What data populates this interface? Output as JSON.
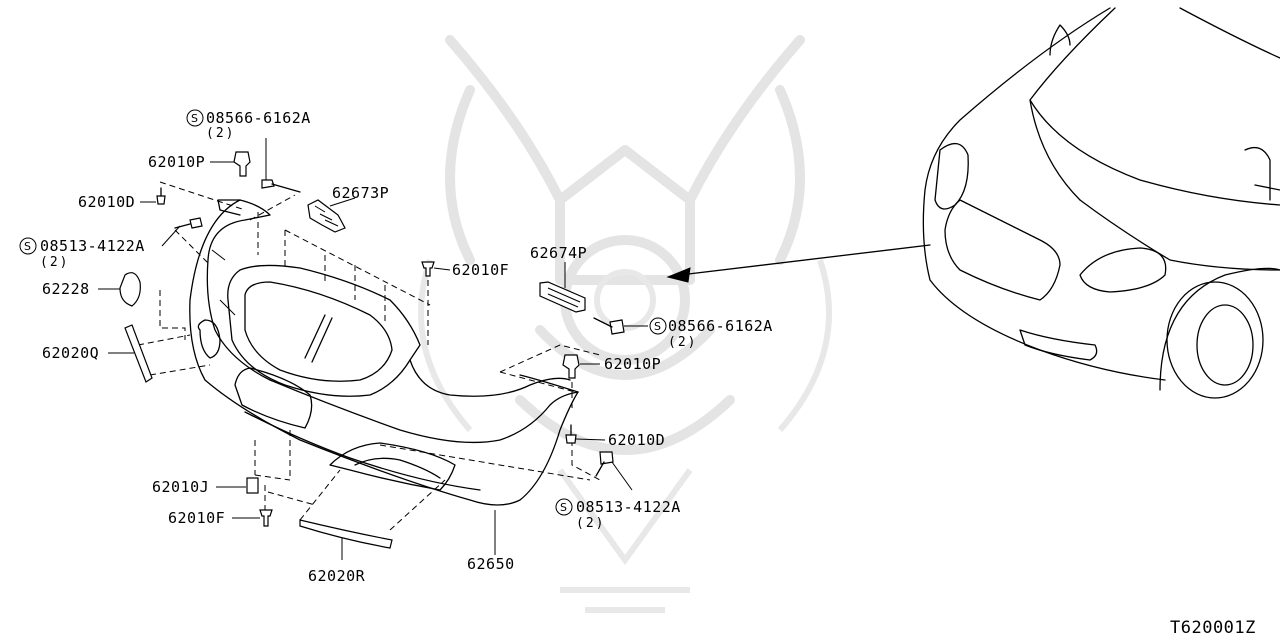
{
  "diagram": {
    "labels": [
      {
        "key": "p_08566_top",
        "text": "08566-6162A",
        "std": true,
        "qty": "(2)"
      },
      {
        "key": "p_62010P_top",
        "text": "62010P"
      },
      {
        "key": "p_62673P",
        "text": "62673P"
      },
      {
        "key": "p_62010D_left",
        "text": "62010D"
      },
      {
        "key": "p_08513_left",
        "text": "08513-4122A",
        "std": true,
        "qty": "(2)"
      },
      {
        "key": "p_62228",
        "text": "62228"
      },
      {
        "key": "p_62020Q",
        "text": "62020Q"
      },
      {
        "key": "p_62010F_mid",
        "text": "62010F"
      },
      {
        "key": "p_62674P",
        "text": "62674P"
      },
      {
        "key": "p_08566_right",
        "text": "08566-6162A",
        "std": true,
        "qty": "(2)"
      },
      {
        "key": "p_62010P_right",
        "text": "62010P"
      },
      {
        "key": "p_62010D_right",
        "text": "62010D"
      },
      {
        "key": "p_08513_right",
        "text": "08513-4122A",
        "std": true,
        "qty": "(2)"
      },
      {
        "key": "p_62010J",
        "text": "62010J"
      },
      {
        "key": "p_62010F_bottom",
        "text": "62010F"
      },
      {
        "key": "p_62020R",
        "text": "62020R"
      },
      {
        "key": "p_62650",
        "text": "62650"
      }
    ],
    "std_symbol": "S",
    "figure_code": "T620001Z"
  }
}
